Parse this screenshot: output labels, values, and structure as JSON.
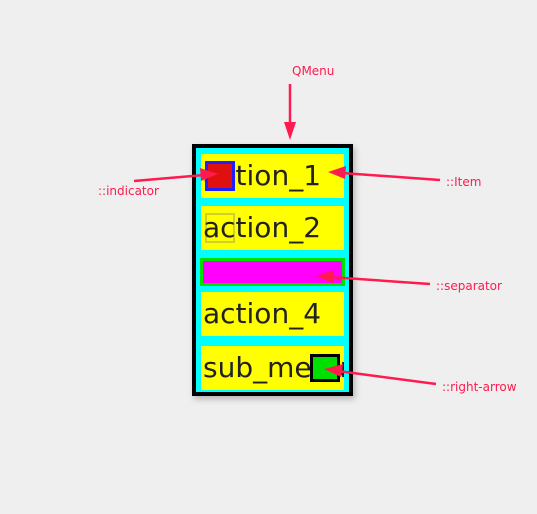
{
  "menu": {
    "items": [
      {
        "label": "action_1"
      },
      {
        "label": "action_2"
      },
      {
        "label": "action_4"
      },
      {
        "label": "sub_menu"
      }
    ]
  },
  "annotations": {
    "qmenu": "QMenu",
    "indicator": "::indicator",
    "item": "::Item",
    "separator": "::separator",
    "right_arrow": "::right-arrow"
  },
  "colors": {
    "background": "#efefef",
    "menu_background": "#00ffff",
    "menu_border": "#000000",
    "item_background": "#ffff00",
    "separator_fill": "#ff00ff",
    "separator_border": "#00e000",
    "indicator_fill": "#e01010",
    "indicator_border": "#2020ff",
    "right_arrow_fill": "#00e000",
    "annotation": "#ff1a4f"
  }
}
